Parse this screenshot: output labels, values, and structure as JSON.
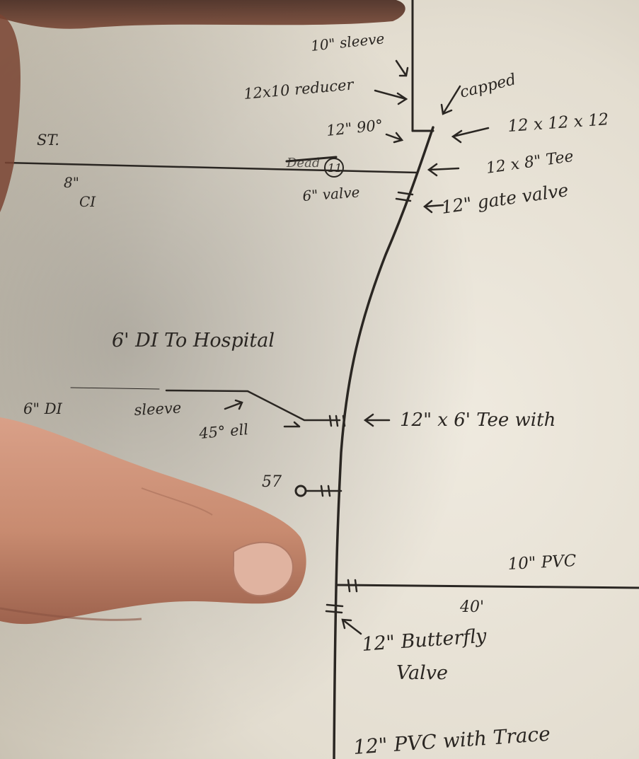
{
  "photo": {
    "paper_color": "#ece7dc",
    "ink_color": "#2a2622",
    "skin_color": "#c98f74"
  },
  "labels": {
    "sleeve_top": "10\" sleeve",
    "reducer": "12x10 reducer",
    "capped": "capped",
    "ninety": "12\" 90°",
    "cross": "12 x 12 x 12",
    "street": "ST.",
    "tee_12x8": "12 x 8\" Tee",
    "eight_ci_top": "8\"",
    "eight_ci_bottom": "CI",
    "dead": "Dead",
    "circled_num": "11",
    "six_valve": "6\" valve",
    "gate_valve": "12\" gate valve",
    "hospital": "6' DI To Hospital",
    "six_di": "6\" DI",
    "sleeve_mid": "sleeve",
    "tee_12x6": "12\" x 6' Tee with",
    "ell45": "45° ell",
    "hydrant_num": "57",
    "ten_pvc": "10\" PVC",
    "forty": "40'",
    "butterfly_line1": "12\" Butterfly",
    "butterfly_line2": "Valve",
    "bottom_pvc": "12\" PVC with Trace"
  }
}
